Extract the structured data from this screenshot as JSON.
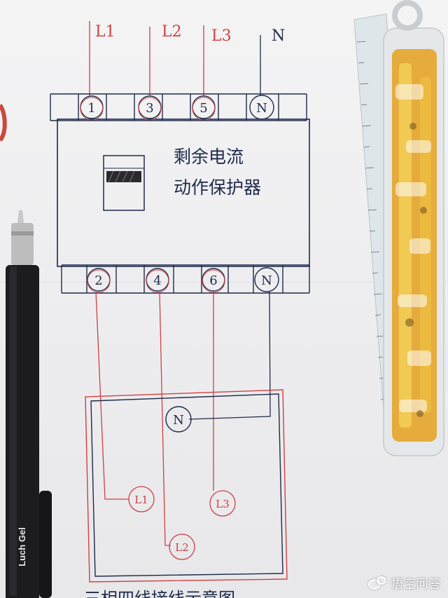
{
  "device": {
    "title_line1": "剩余电流",
    "title_line2": "动作保护器"
  },
  "inputs": [
    {
      "wire_label": "L1",
      "terminal": "1",
      "color": "#d04040"
    },
    {
      "wire_label": "L2",
      "terminal": "3",
      "color": "#d04040"
    },
    {
      "wire_label": "L3",
      "terminal": "5",
      "color": "#d04040"
    },
    {
      "wire_label": "N",
      "terminal": "N",
      "color": "#1f2a4a"
    }
  ],
  "outputs": [
    {
      "terminal": "2"
    },
    {
      "terminal": "4"
    },
    {
      "terminal": "6"
    },
    {
      "terminal": "N"
    }
  ],
  "load": {
    "neutral": "N",
    "phases": [
      "L1",
      "L2",
      "L3"
    ]
  },
  "caption": "三相四线接线示意图",
  "watermark": {
    "text": "悟空问答",
    "icon": "speech-bubble-icon"
  },
  "colors": {
    "red_ink": "#d04040",
    "blue_ink": "#1f2a4a"
  }
}
